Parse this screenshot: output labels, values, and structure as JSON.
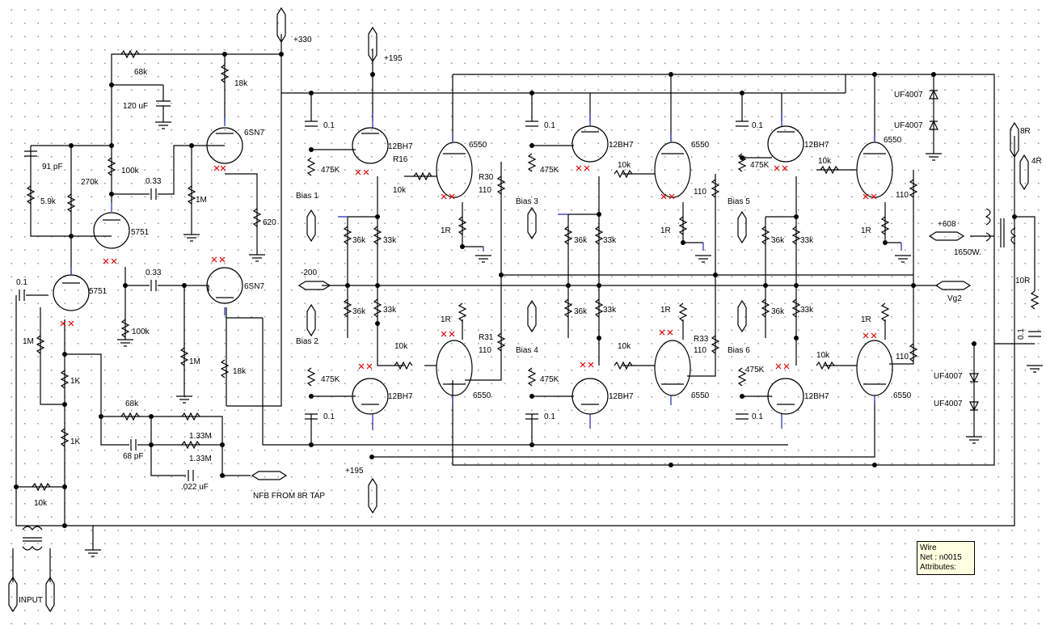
{
  "labels": {
    "supply": {
      "hv330": "+330",
      "hv195_top": "+195",
      "hv195_bot": "+195",
      "neg200": "-200",
      "plus608": "+608",
      "vg2": "Vg2",
      "out8r": "8R",
      "out4r": "4R",
      "input": "INPUT",
      "nfb": "NFB FROM 8R TAP",
      "opt": "1650W."
    },
    "input_stage": {
      "r68k_top": "68k",
      "c120": "120 uF",
      "r18k_top": "18k",
      "c91p": "91 pF",
      "r5k9": "5.9k",
      "r270k": "270k",
      "r100k_a": "100k",
      "c033_a": "0.33",
      "r1m_a": "1M",
      "r620": "620",
      "tube_5751_a": "5751",
      "tube_6sn7_a": "6SN7",
      "c01_in": "0.1",
      "tube_5751_b": "5751",
      "r1m_in": "1M",
      "r1k_a": "1K",
      "r1k_b": "1K",
      "c033_b": "0.33",
      "r100k_b": "100k",
      "r1m_b": "1M",
      "tube_6sn7_b": "6SN7",
      "r18k_b": "18k",
      "r68k_fb": "68k",
      "c68pf": "68 pF",
      "r133m_a": "1.33M",
      "r133m_b": "1.33M",
      "c022": ".022 uF",
      "r10k_in": "10k"
    },
    "drivers": {
      "c01_1": "0.1",
      "c01_2": "0.1",
      "c01_3": "0.1",
      "c01_4": "0.1",
      "c01_5": "0.1",
      "c01_6": "0.1",
      "bias1": "Bias 1",
      "bias2": "Bias 2",
      "bias3": "Bias 3",
      "bias4": "Bias 4",
      "bias5": "Bias 5",
      "bias6": "Bias 6",
      "r475k_1": "475K",
      "r475k_2": "475K",
      "r475k_3": "475K",
      "r475k_4": "475K",
      "r475k_5": "475K",
      "r475k_6": "475K",
      "t12bh7_1": "12BH7",
      "t12bh7_2": "12BH7",
      "t12bh7_3": "12BH7",
      "t12bh7_4": "12BH7",
      "t12bh7_5": "12BH7",
      "t12bh7_6": "12BH7",
      "r36k_1": "36k",
      "r33k_1": "33k",
      "r36k_2": "36k",
      "r33k_2": "33k",
      "r36k_3": "36k",
      "r33k_3": "33k",
      "r36k_4": "36k",
      "r33k_4": "33k",
      "r36k_5": "36k",
      "r33k_5": "33k",
      "r36k_6": "36k",
      "r33k_6": "33k"
    },
    "outputs": {
      "r16": "R16",
      "r16v": "10k",
      "r10k_2": "10k",
      "r10k_3": "10k",
      "r10k_4": "10k",
      "r10k_5": "10k",
      "r10k_6": "10k",
      "t6550_1": "6550",
      "t6550_2": "6550",
      "t6550_3": "6550",
      "t6550_4": "6550",
      "t6550_5": "6550",
      "t6550_6": "6550",
      "r30": "R30",
      "r30v": "110",
      "r31": "R31",
      "r31v": "110",
      "r33": "R33",
      "r33v": "110",
      "r110_a": "110",
      "r110_b": "110",
      "r110_c": "110",
      "r1r_1": "1R",
      "r1r_2": "1R",
      "r1r_3": "1R",
      "r1r_4": "1R",
      "r1r_5": "1R",
      "r1r_6": "1R",
      "uf1": "UF4007",
      "uf2": "UF4007",
      "uf3": "UF4007",
      "uf4": "UF4007",
      "r10r": "10R",
      "c01_zobel": "0.1"
    }
  },
  "tooltip": {
    "line1": "Wire",
    "line2": "Net : n0015",
    "line3": "Attributes:"
  },
  "colors": {
    "wire": "#000000",
    "pin": "#1f2aa8",
    "unconnected_marker": "#e00000",
    "tooltip_bg": "#ffffe1"
  }
}
